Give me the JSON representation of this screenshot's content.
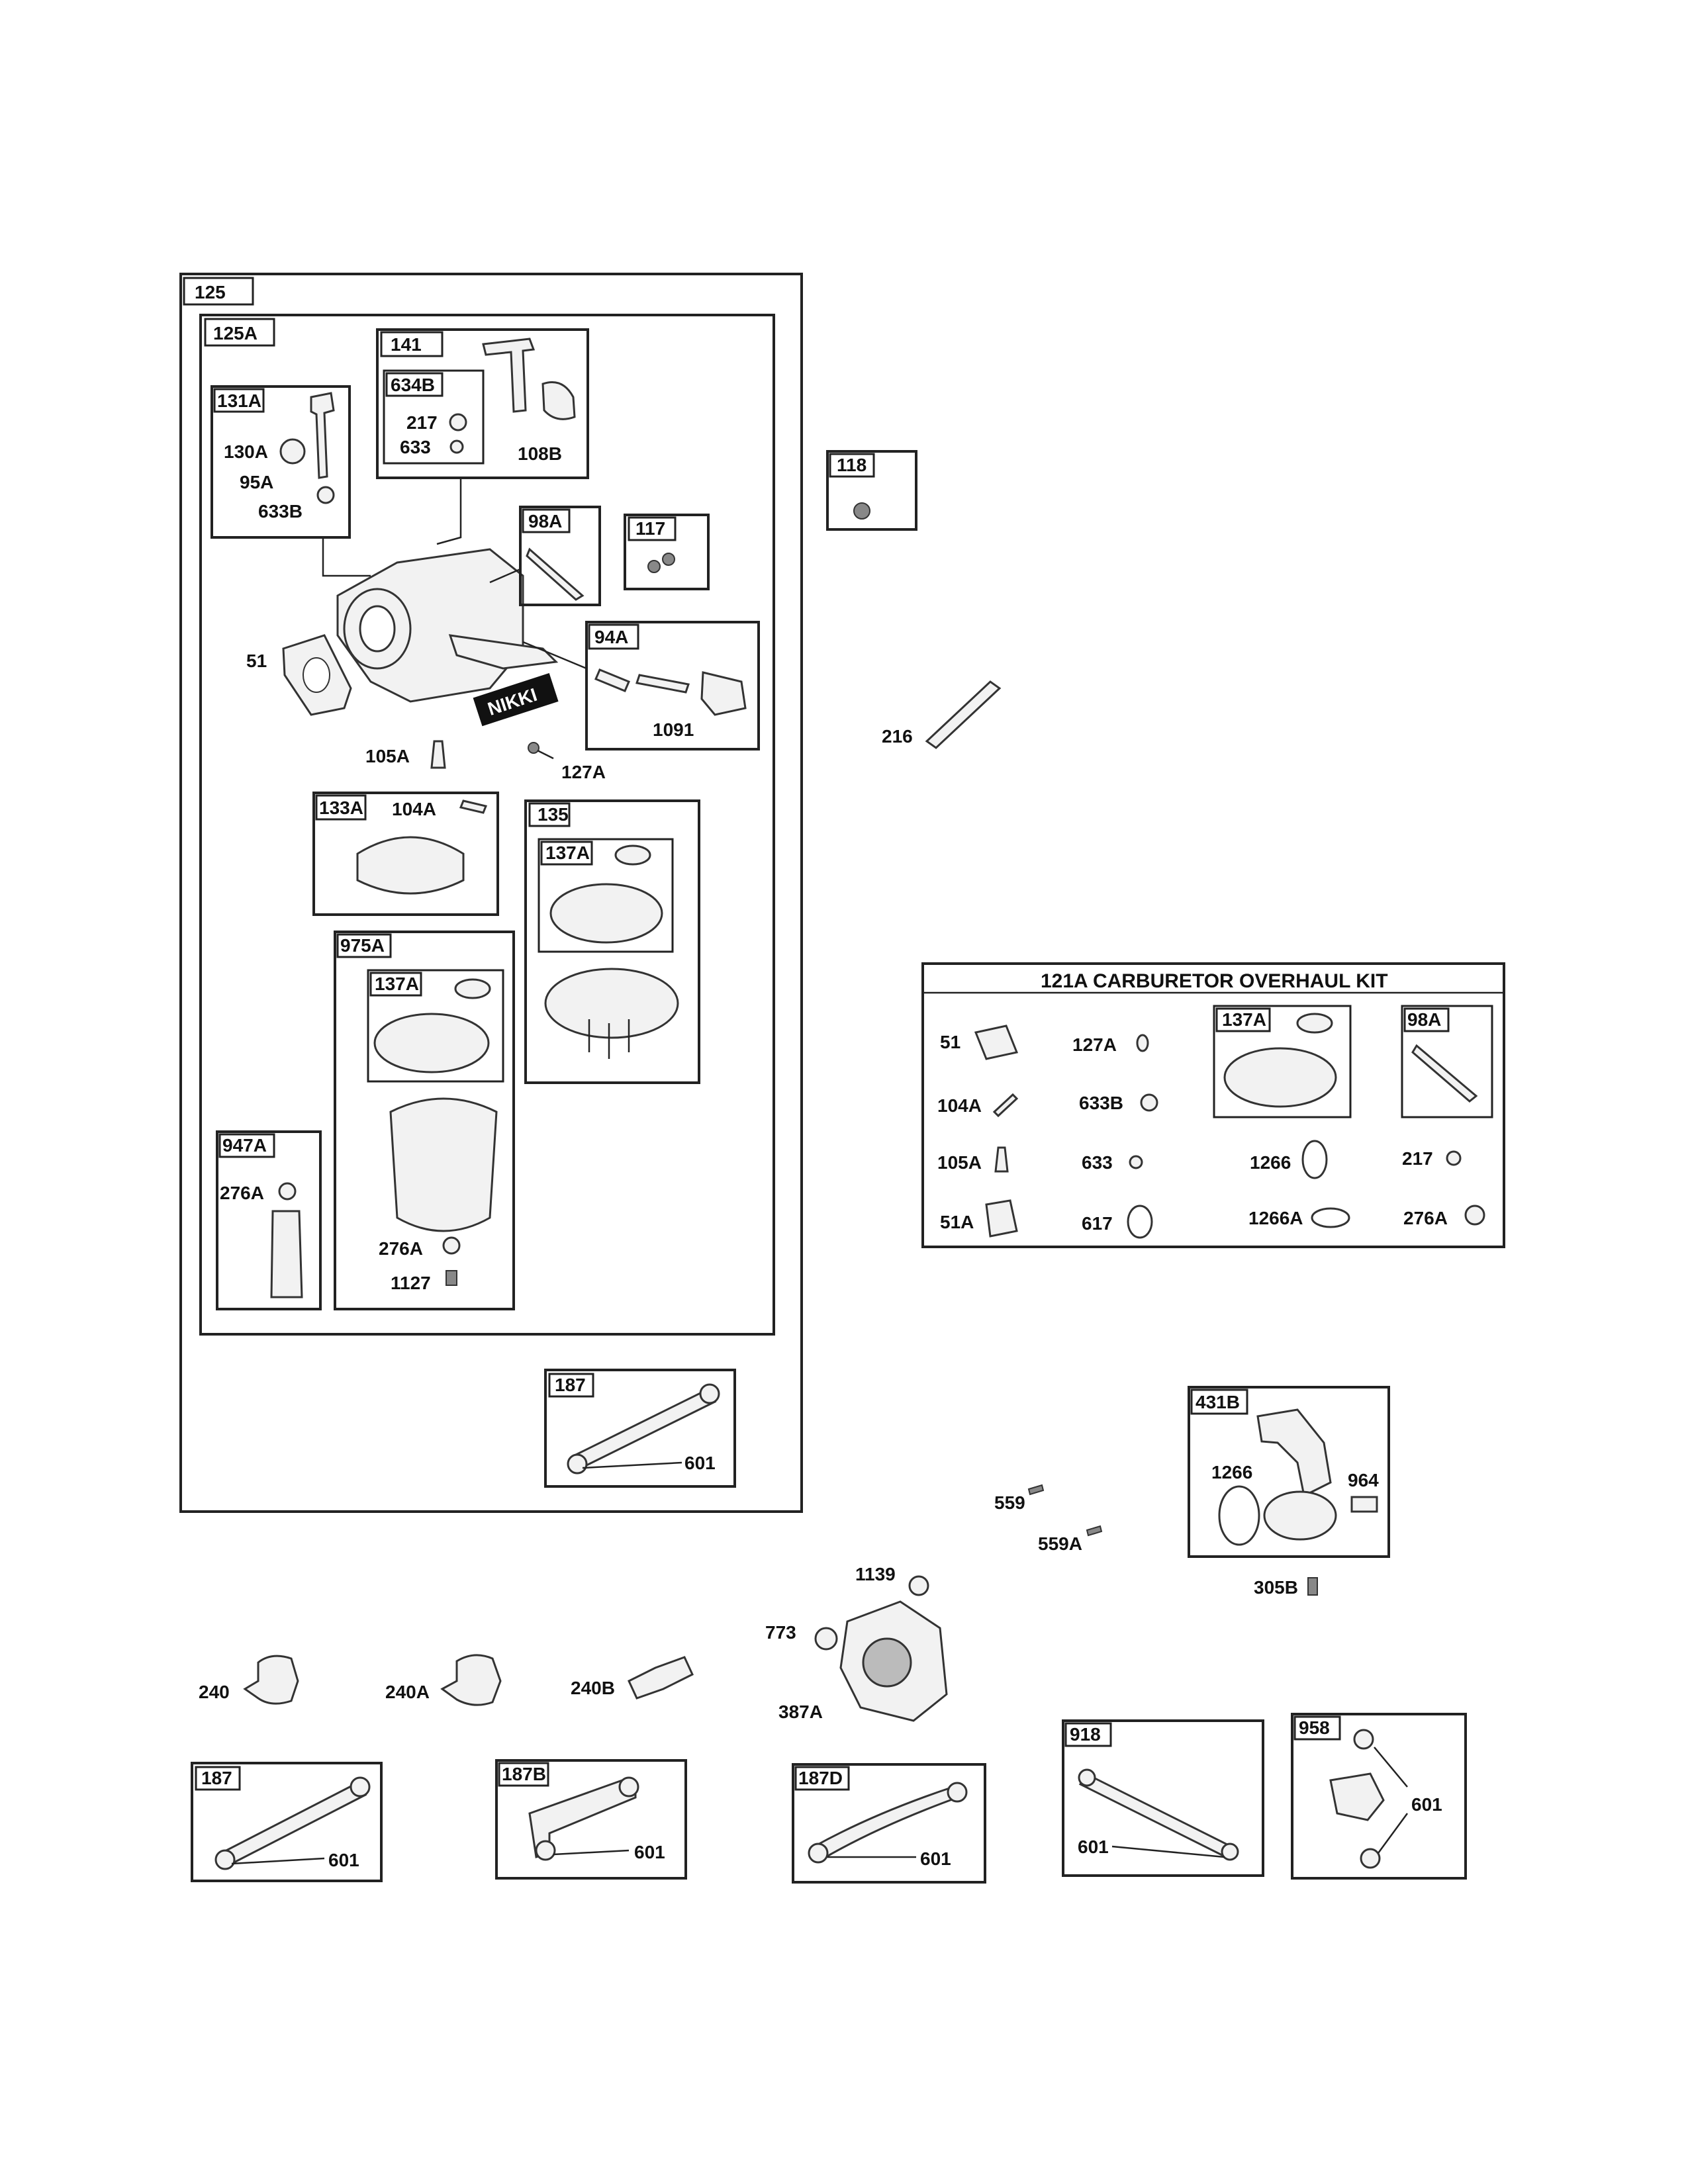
{
  "groups": {
    "g125": "125",
    "g125A": "125A",
    "g141": "141",
    "g634B": "634B",
    "g131A": "131A",
    "g98A": "98A",
    "g117": "117",
    "g94A": "94A",
    "g133A": "133A",
    "g135": "135",
    "g137A_135": "137A",
    "g975A": "975A",
    "g137A_975": "137A",
    "g947A": "947A",
    "g187_box": "187",
    "g118": "118",
    "g431B": "431B",
    "g187": "187",
    "g187B": "187B",
    "g187D": "187D",
    "g918": "918",
    "g958": "958"
  },
  "parts": {
    "p217": "217",
    "p633": "633",
    "p108B": "108B",
    "p130A": "130A",
    "p95A": "95A",
    "p633B": "633B",
    "p51": "51",
    "p1091": "1091",
    "p105A": "105A",
    "p127A": "127A",
    "p104A": "104A",
    "p276A_947": "276A",
    "p276A_975": "276A",
    "p1127": "1127",
    "p601_box": "601",
    "p216": "216",
    "p559": "559",
    "p559A": "559A",
    "p1266": "1266",
    "p964": "964",
    "p305B": "305B",
    "p1139": "1139",
    "p773": "773",
    "p387A": "387A",
    "p240": "240",
    "p240A": "240A",
    "p240B": "240B",
    "p601_187": "601",
    "p601_187B": "601",
    "p601_187D": "601",
    "p601_918": "601",
    "p601_958": "601",
    "nikki": "NIKKI"
  },
  "kit": {
    "title": "121A CARBURETOR OVERHAUL KIT",
    "k51": "51",
    "k127A": "127A",
    "k137A": "137A",
    "k98A": "98A",
    "k104A": "104A",
    "k633B": "633B",
    "k105A": "105A",
    "k633": "633",
    "k1266": "1266",
    "k217": "217",
    "k51A": "51A",
    "k617": "617",
    "k1266A": "1266A",
    "k276A": "276A"
  }
}
